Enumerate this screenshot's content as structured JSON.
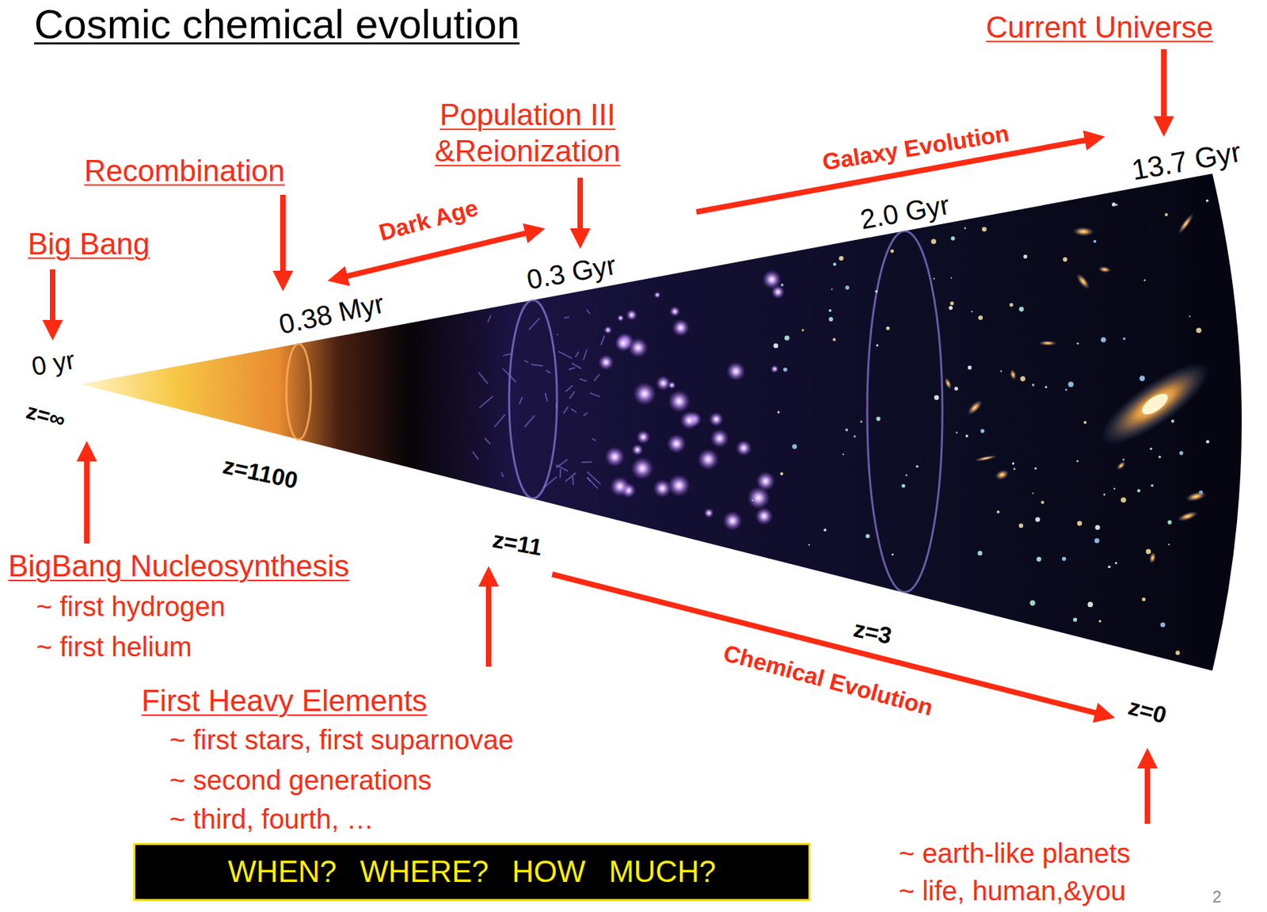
{
  "diagram": {
    "title": "Cosmic chemical evolution",
    "nodes": [
      {
        "text": [
          "WHEN? WHERE? HOW MUCH?"
        ]
      }
    ],
    "labels": [
      "Current Universe",
      "Population III &Reionization",
      "Recombination",
      "Dark Age",
      "Galaxy Evolution",
      "13.7 Gyr",
      "Big Bang",
      "0.3 Gyr",
      "2.0 Gyr",
      "0.38 Myr",
      "0 yr",
      "z=∞",
      "z=1100",
      "z=11",
      "BigBang Nucleosynthesis",
      "~ first hydrogen",
      "~ first helium",
      "z=3",
      "Chemical Evolution",
      "z=0",
      "First Heavy Elements",
      "~ first stars, first suparnovae",
      "~ second generations",
      "~ third, fourth, …",
      "~ earth-like planets",
      "~ life, human,&you",
      "2"
    ]
  }
}
